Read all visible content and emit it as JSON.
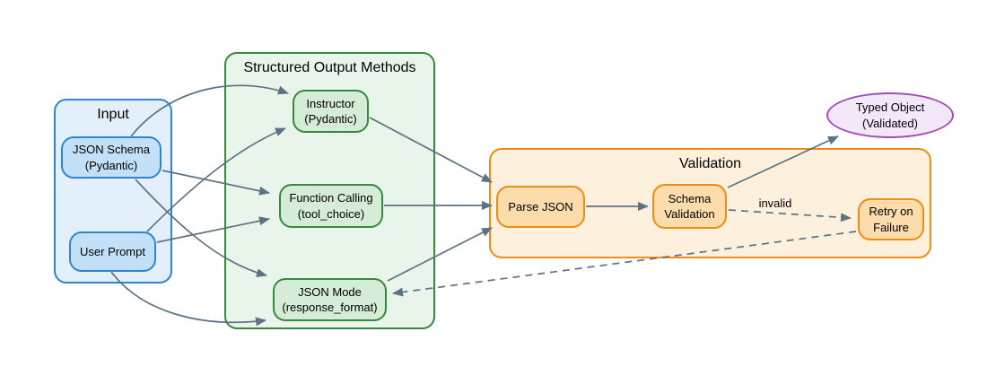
{
  "groups": {
    "input": {
      "title": "Input"
    },
    "methods": {
      "title": "Structured Output Methods"
    },
    "validation": {
      "title": "Validation"
    }
  },
  "nodes": {
    "json_schema": {
      "line1": "JSON Schema",
      "line2": "(Pydantic)"
    },
    "user_prompt": {
      "line1": "User Prompt"
    },
    "instructor": {
      "line1": "Instructor",
      "line2": "(Pydantic)"
    },
    "function_calling": {
      "line1": "Function Calling",
      "line2": "(tool_choice)"
    },
    "json_mode": {
      "line1": "JSON Mode",
      "line2": "(response_format)"
    },
    "parse_json": {
      "line1": "Parse JSON"
    },
    "schema_validation": {
      "line1": "Schema",
      "line2": "Validation"
    },
    "retry_on_failure": {
      "line1": "Retry on",
      "line2": "Failure"
    },
    "typed_object": {
      "line1": "Typed Object",
      "line2": "(Validated)"
    }
  },
  "edge_labels": {
    "invalid": "invalid"
  },
  "colors": {
    "blue_border": "#2e86d0",
    "blue_group_fill": "#e3f0fc",
    "blue_node_fill": "#c3e0f9",
    "green_border": "#38883f",
    "green_group_fill": "#e9f5ea",
    "green_node_fill": "#d5ecd6",
    "orange_border": "#ee8c15",
    "orange_group_fill": "#fdf0dd",
    "orange_node_fill": "#fcdcab",
    "purple_border": "#a04fb8",
    "purple_fill": "#f3e7f9",
    "arrow": "#5b7384",
    "text": "#000000"
  }
}
